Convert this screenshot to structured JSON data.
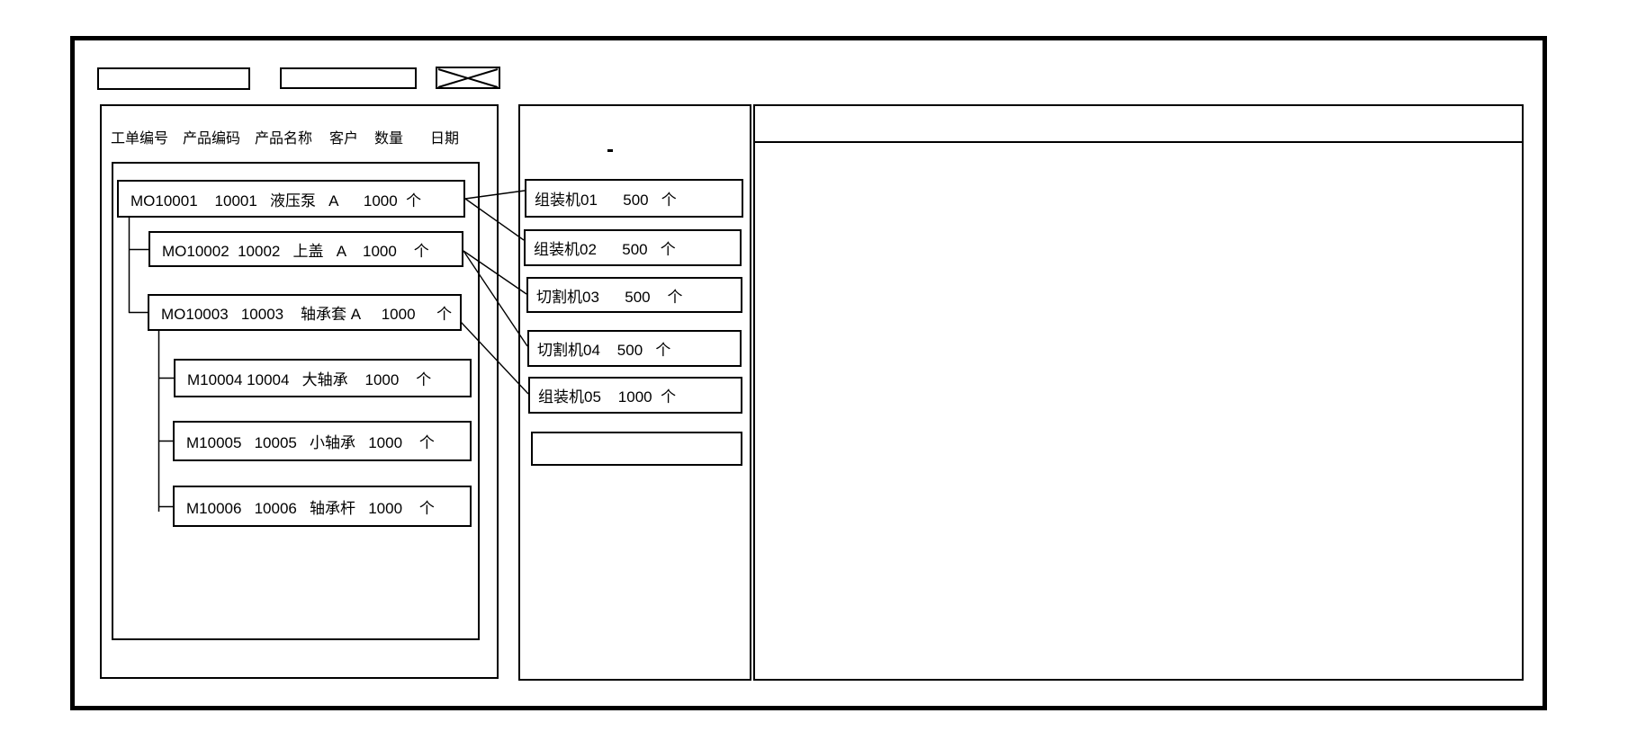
{
  "toolbar": {
    "search_box_1": "",
    "search_box_2": "",
    "image_placeholder": ""
  },
  "work_order_panel": {
    "headers": [
      "工单编号",
      "产品编码",
      "产品名称",
      "客户",
      "数量",
      "日期"
    ],
    "tree_rows": [
      {
        "order_no": "MO10001",
        "product_code": "10001",
        "product_name": "液压泵",
        "customer": "A",
        "qty": "1000",
        "unit": "个",
        "level": 1,
        "text": "MO10001    10001   液压泵   A      1000  个"
      },
      {
        "order_no": "MO10002",
        "product_code": "10002",
        "product_name": "上盖",
        "customer": "A",
        "qty": "1000",
        "unit": "个",
        "level": 2,
        "text": "MO10002  10002   上盖   A    1000    个"
      },
      {
        "order_no": "MO10003",
        "product_code": "10003",
        "product_name": "轴承套",
        "customer": "A",
        "qty": "1000",
        "unit": "个",
        "level": 2,
        "text": "MO10003   10003    轴承套 A     1000     个"
      },
      {
        "order_no": "M10004",
        "product_code": "10004",
        "product_name": "大轴承",
        "customer": "",
        "qty": "1000",
        "unit": "个",
        "level": 3,
        "text": "M10004 10004   大轴承    1000    个"
      },
      {
        "order_no": "M10005",
        "product_code": "10005",
        "product_name": "小轴承",
        "customer": "",
        "qty": "1000",
        "unit": "个",
        "level": 3,
        "text": "M10005   10005   小轴承   1000    个"
      },
      {
        "order_no": "M10006",
        "product_code": "10006",
        "product_name": "轴承杆",
        "customer": "",
        "qty": "1000",
        "unit": "个",
        "level": 3,
        "text": "M10006   10006   轴承杆   1000    个"
      }
    ]
  },
  "resource_panel": {
    "dash_mark": "-",
    "rows": [
      {
        "machine": "组装机01",
        "qty": "500",
        "unit": "个",
        "text": "组装机01      500   个"
      },
      {
        "machine": "组装机02",
        "qty": "500",
        "unit": "个",
        "text": "组装机02      500   个"
      },
      {
        "machine": "切割机03",
        "qty": "500",
        "unit": "个",
        "text": "切割机03      500    个"
      },
      {
        "machine": "切割机04",
        "qty": "500",
        "unit": "个",
        "text": "切割机04    500   个"
      },
      {
        "machine": "组装机05",
        "qty": "1000",
        "unit": "个",
        "text": "组装机05    1000  个"
      },
      {
        "machine": "",
        "qty": "",
        "unit": "",
        "text": ""
      }
    ]
  },
  "schedule_panel": {
    "header_text": ""
  },
  "connections": [
    {
      "from": "MO10001",
      "to": "组装机01"
    },
    {
      "from": "MO10001",
      "to": "组装机02"
    },
    {
      "from": "MO10002",
      "to": "切割机03"
    },
    {
      "from": "MO10002",
      "to": "切割机04"
    },
    {
      "from": "MO10003",
      "to": "组装机05"
    }
  ],
  "colors": {
    "stroke": "#000000",
    "background": "#ffffff",
    "text": "#000000"
  }
}
